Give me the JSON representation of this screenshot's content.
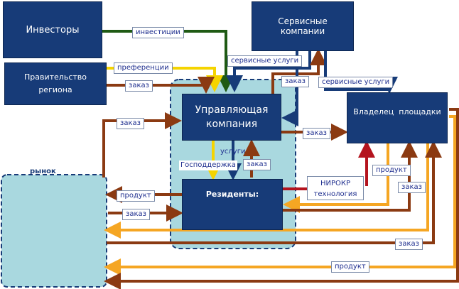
{
  "boxes": {
    "investors": "Инвесторы",
    "service_companies": "Сервисные компании",
    "government": "Правительство региона",
    "management_company": "Управляющая компания",
    "site_owner": "Владелец  площадки",
    "residents": "Резиденты:",
    "market": "рынок",
    "niokr": "НИРОКР технология"
  },
  "labels": {
    "investments": "инвестиции",
    "preferences": "преференции",
    "order_gov": "заказ",
    "service_services_top": "сервисные услуги",
    "order_service": "заказ",
    "service_services_right": "сервисные услуги",
    "order_market_top": "заказ",
    "order_to_owner": "заказ",
    "services": "услуги",
    "state_support": "Господдержка",
    "order_residents": "заказ",
    "product_right": "продукт",
    "order_right": "заказ",
    "product_market": "продукт",
    "order_market": "заказ",
    "order_bottom": "заказ",
    "product_bottom": "продукт"
  },
  "colors": {
    "box_fill": "#173b78",
    "zone_fill": "#a9d8df",
    "market_fill": "#a9d8df",
    "arrow_brown": "#8b3a12",
    "arrow_orange": "#f5a623",
    "arrow_yellow": "#f5d400",
    "arrow_green": "#1f5a14",
    "arrow_navy": "#173b78",
    "arrow_red": "#b4141e",
    "label_text": "#1f2f8f"
  }
}
